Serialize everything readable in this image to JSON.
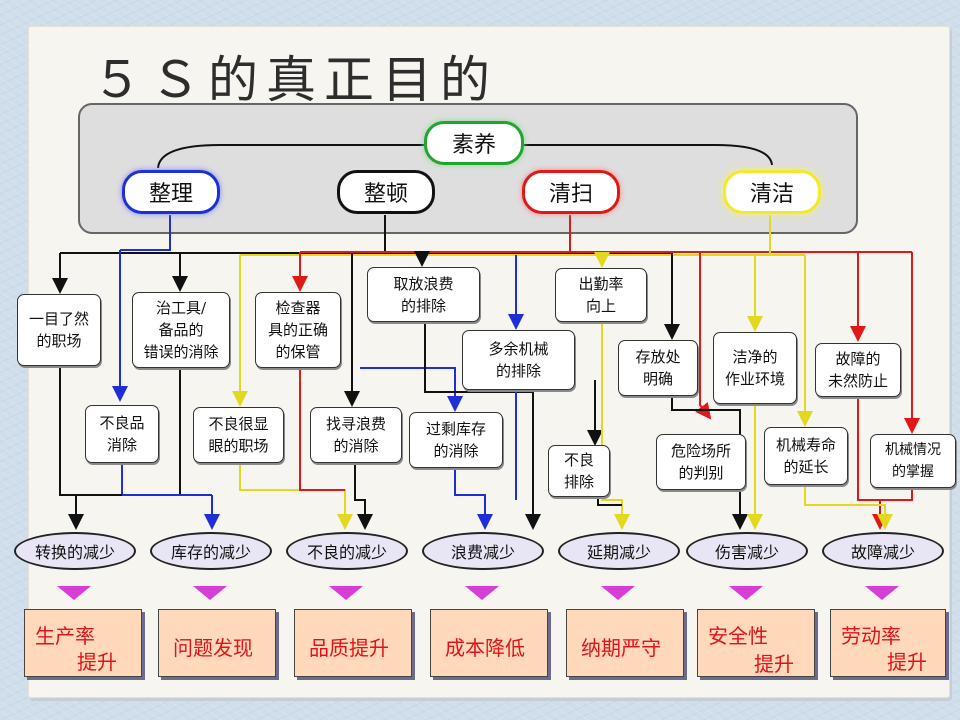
{
  "title": "５Ｓ的真正目的",
  "top": {
    "suyang": "素养",
    "zhengli": "整理",
    "zhengdun": "整顿",
    "qingsao": "清扫",
    "qingjie": "清洁"
  },
  "measures": [
    "一目了然\n的职场",
    "治工具/\n备品的\n错误的消除",
    "检查器\n具的正确\n的保管",
    "取放浪费\n的排除",
    "出勤率\n向上",
    "不良品\n消除",
    "不良很显\n眼的职场",
    "找寻浪费\n的消除",
    "过剩库存\n的消除",
    "多余机械\n的排除",
    "存放处\n明确",
    "不良\n排除",
    "洁净的\n作业环境",
    "危险场所\n的判别",
    "机械寿命\n的延长",
    "故障的\n未然防止",
    "机械情况\n的掌握"
  ],
  "outcomes": [
    "转换的减少",
    "库存的减少",
    "不良的减少",
    "浪费减少",
    "延期减少",
    "伤害减少",
    "故障减少"
  ],
  "goals": [
    [
      "生产率",
      "提升"
    ],
    [
      "问题发现"
    ],
    [
      "品质提升"
    ],
    [
      "成本降低"
    ],
    [
      "纳期严守"
    ],
    [
      "安全性",
      "提升"
    ],
    [
      "劳动率",
      "提升"
    ]
  ],
  "colors": {
    "zhengli": "#1f2fd8",
    "zhengdun": "#111111",
    "qingsao": "#e01818",
    "qingjie": "#f0ea2a",
    "suyang": "#22a432",
    "triangle": "#d63fd6",
    "goal_text": "#e0121a",
    "goal_fill": "#ffd9ba"
  }
}
